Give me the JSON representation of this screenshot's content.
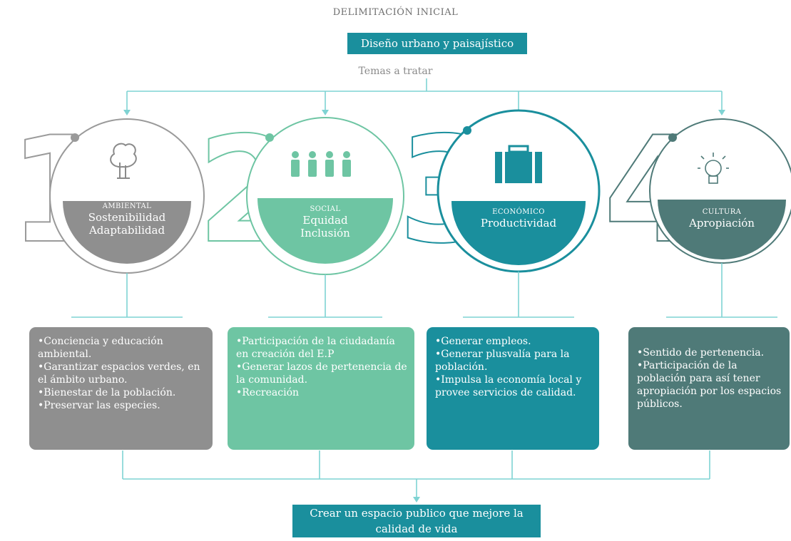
{
  "header": {
    "title": "DELIMITACIÓN INICIAL",
    "banner": "Diseño urbano y paisajístico",
    "subtitle": "Temas a tratar"
  },
  "colors": {
    "ambiental": "#8f8f8f",
    "social": "#6ec5a3",
    "economico": "#1a8f9d",
    "cultura": "#4f7a78",
    "line": "#7fd3d3"
  },
  "categories": [
    {
      "number": "1",
      "icon": "tree-icon",
      "small": "AMBIENTAL",
      "big1": "Sostenibilidad",
      "big2": "Adaptabilidad",
      "items": [
        "Conciencia y educación ambiental.",
        "Garantizar espacios verdes, en el ámbito urbano.",
        "Bienestar de la población.",
        "Preservar las especies."
      ]
    },
    {
      "number": "2",
      "icon": "people-icon",
      "small": "SOCIAL",
      "big1": "Equidad",
      "big2": "Inclusión",
      "items": [
        "Participación de la ciudadanía en creación del E.P",
        "Generar lazos de pertenencia de la comunidad.",
        "Recreación"
      ]
    },
    {
      "number": "3",
      "icon": "briefcase-icon",
      "small": "ECONÓMICO",
      "big1": "Productividad",
      "big2": "",
      "items": [
        "Generar empleos.",
        "Generar plusvalía para la población.",
        "Impulsa la economía local y provee servicios de calidad."
      ]
    },
    {
      "number": "4",
      "icon": "lightbulb-icon",
      "small": "CULTURA",
      "big1": "Apropiación",
      "big2": "",
      "items": [
        "Sentido de pertenencia.",
        "Participación de la población para así tener apropiación por los espacios públicos."
      ]
    }
  ],
  "footer": {
    "line1": "Crear un espacio publico que mejore la",
    "line2": "calidad de vida"
  }
}
